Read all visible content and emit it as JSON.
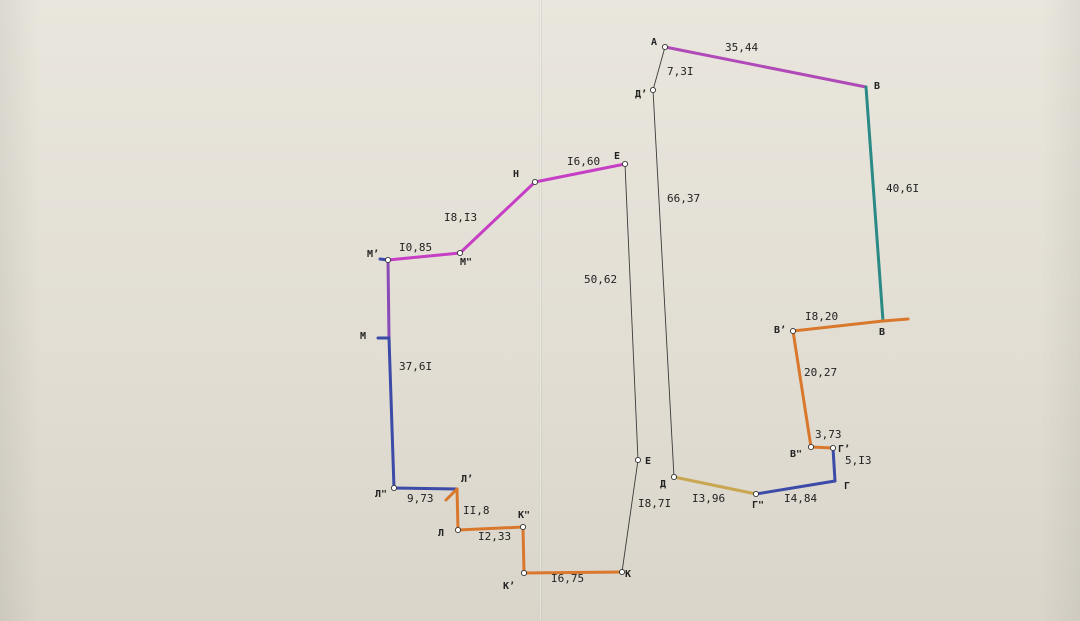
{
  "colors": {
    "purple": "#b04ab8",
    "magenta": "#c53ec4",
    "teal": "#2b8a86",
    "orange": "#d9782c",
    "blue": "#3c4aa8",
    "yellow": "#c9a650",
    "ink": "#3a3a3a"
  },
  "points": {
    "A": "А",
    "B": "В",
    "B2": "В",
    "B1": "В’",
    "B3": "В\"",
    "G": "Г",
    "G1": "Г’",
    "G2": "Г\"",
    "D": "Д",
    "D1": "Д’",
    "E1": "Е",
    "E2": "Е",
    "K": "К",
    "K1": "К’",
    "K2": "К\"",
    "L": "Л",
    "L1": "Л’",
    "L2": "Л\"",
    "M": "М",
    "M1": "М’",
    "M2": "М\"",
    "N": "Н"
  },
  "lengths": {
    "AB": "35,44",
    "AD1": "7,3I",
    "BB": "40,6I",
    "B1B": "I8,20",
    "B1B3": "20,27",
    "B3G1": "3,73",
    "G1G": "5,I3",
    "GG2": "I4,84",
    "G2D": "I3,96",
    "D1D": "66,37",
    "NE": "I6,60",
    "EE": "50,62",
    "M2N": "I8,I3",
    "M1M2": "I0,85",
    "L2M1": "37,6I",
    "L2L1": "9,73",
    "L1L": "II,8",
    "LK2": "I2,33",
    "K1K": "I6,75",
    "KE": "I8,7I"
  }
}
